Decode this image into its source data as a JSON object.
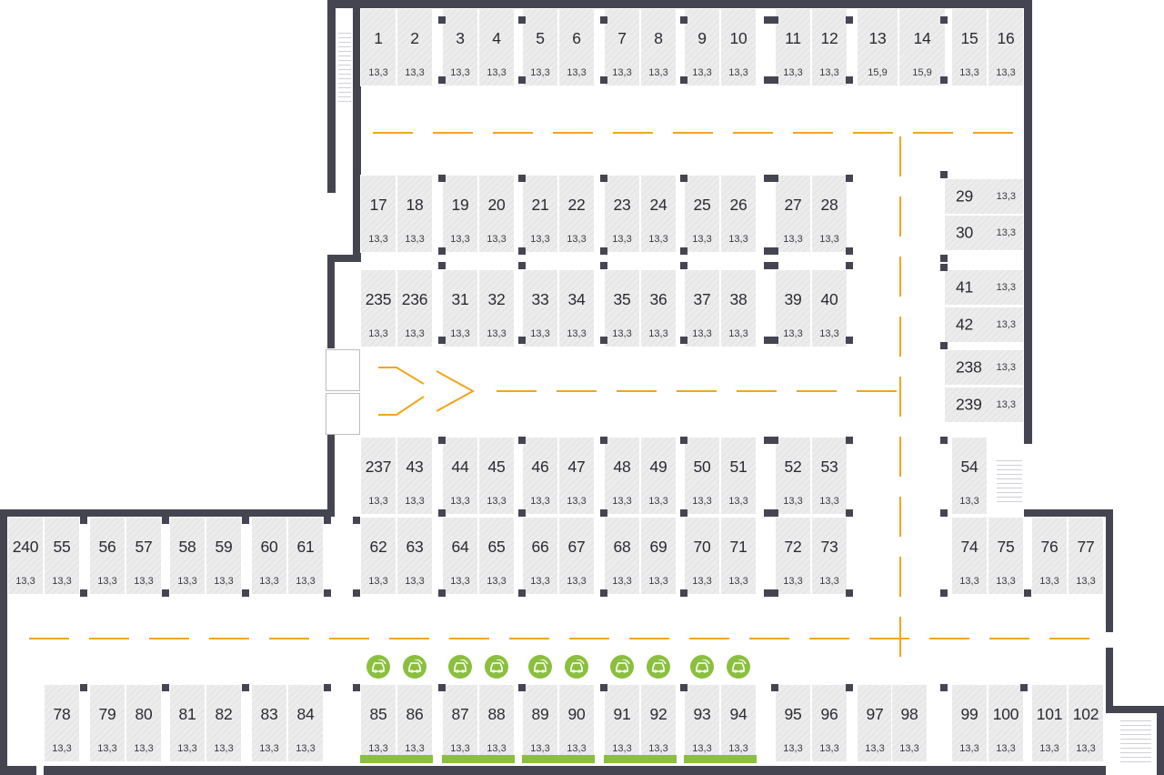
{
  "floor_plan": {
    "spots": [
      {
        "n": "1",
        "a": "13,3"
      },
      {
        "n": "2",
        "a": "13,3"
      },
      {
        "n": "3",
        "a": "13,3"
      },
      {
        "n": "4",
        "a": "13,3"
      },
      {
        "n": "5",
        "a": "13,3"
      },
      {
        "n": "6",
        "a": "13,3"
      },
      {
        "n": "7",
        "a": "13,3"
      },
      {
        "n": "8",
        "a": "13,3"
      },
      {
        "n": "9",
        "a": "13,3"
      },
      {
        "n": "10",
        "a": "13,3"
      },
      {
        "n": "11",
        "a": "13,3"
      },
      {
        "n": "12",
        "a": "13,3"
      },
      {
        "n": "13",
        "a": "15,9"
      },
      {
        "n": "14",
        "a": "15,9"
      },
      {
        "n": "15",
        "a": "13,3"
      },
      {
        "n": "16",
        "a": "13,3"
      },
      {
        "n": "17",
        "a": "13,3"
      },
      {
        "n": "18",
        "a": "13,3"
      },
      {
        "n": "19",
        "a": "13,3"
      },
      {
        "n": "20",
        "a": "13,3"
      },
      {
        "n": "21",
        "a": "13,3"
      },
      {
        "n": "22",
        "a": "13,3"
      },
      {
        "n": "23",
        "a": "13,3"
      },
      {
        "n": "24",
        "a": "13,3"
      },
      {
        "n": "25",
        "a": "13,3"
      },
      {
        "n": "26",
        "a": "13,3"
      },
      {
        "n": "27",
        "a": "13,3"
      },
      {
        "n": "28",
        "a": "13,3"
      },
      {
        "n": "29",
        "a": "13,3"
      },
      {
        "n": "30",
        "a": "13,3"
      },
      {
        "n": "235",
        "a": "13,3"
      },
      {
        "n": "236",
        "a": "13,3"
      },
      {
        "n": "31",
        "a": "13,3"
      },
      {
        "n": "32",
        "a": "13,3"
      },
      {
        "n": "33",
        "a": "13,3"
      },
      {
        "n": "34",
        "a": "13,3"
      },
      {
        "n": "35",
        "a": "13,3"
      },
      {
        "n": "36",
        "a": "13,3"
      },
      {
        "n": "37",
        "a": "13,3"
      },
      {
        "n": "38",
        "a": "13,3"
      },
      {
        "n": "39",
        "a": "13,3"
      },
      {
        "n": "40",
        "a": "13,3"
      },
      {
        "n": "41",
        "a": "13,3"
      },
      {
        "n": "42",
        "a": "13,3"
      },
      {
        "n": "238",
        "a": "13,3"
      },
      {
        "n": "239",
        "a": "13,3"
      },
      {
        "n": "237",
        "a": "13,3"
      },
      {
        "n": "43",
        "a": "13,3"
      },
      {
        "n": "44",
        "a": "13,3"
      },
      {
        "n": "45",
        "a": "13,3"
      },
      {
        "n": "46",
        "a": "13,3"
      },
      {
        "n": "47",
        "a": "13,3"
      },
      {
        "n": "48",
        "a": "13,3"
      },
      {
        "n": "49",
        "a": "13,3"
      },
      {
        "n": "50",
        "a": "13,3"
      },
      {
        "n": "51",
        "a": "13,3"
      },
      {
        "n": "52",
        "a": "13,3"
      },
      {
        "n": "53",
        "a": "13,3"
      },
      {
        "n": "54",
        "a": "13,3"
      },
      {
        "n": "240",
        "a": "13,3"
      },
      {
        "n": "55",
        "a": "13,3"
      },
      {
        "n": "56",
        "a": "13,3"
      },
      {
        "n": "57",
        "a": "13,3"
      },
      {
        "n": "58",
        "a": "13,3"
      },
      {
        "n": "59",
        "a": "13,3"
      },
      {
        "n": "60",
        "a": "13,3"
      },
      {
        "n": "61",
        "a": "13,3"
      },
      {
        "n": "62",
        "a": "13,3"
      },
      {
        "n": "63",
        "a": "13,3"
      },
      {
        "n": "64",
        "a": "13,3"
      },
      {
        "n": "65",
        "a": "13,3"
      },
      {
        "n": "66",
        "a": "13,3"
      },
      {
        "n": "67",
        "a": "13,3"
      },
      {
        "n": "68",
        "a": "13,3"
      },
      {
        "n": "69",
        "a": "13,3"
      },
      {
        "n": "70",
        "a": "13,3"
      },
      {
        "n": "71",
        "a": "13,3"
      },
      {
        "n": "72",
        "a": "13,3"
      },
      {
        "n": "73",
        "a": "13,3"
      },
      {
        "n": "74",
        "a": "13,3"
      },
      {
        "n": "75",
        "a": "13,3"
      },
      {
        "n": "76",
        "a": "13,3"
      },
      {
        "n": "77",
        "a": "13,3"
      },
      {
        "n": "78",
        "a": "13,3"
      },
      {
        "n": "79",
        "a": "13,3"
      },
      {
        "n": "80",
        "a": "13,3"
      },
      {
        "n": "81",
        "a": "13,3"
      },
      {
        "n": "82",
        "a": "13,3"
      },
      {
        "n": "83",
        "a": "13,3"
      },
      {
        "n": "84",
        "a": "13,3"
      },
      {
        "n": "85",
        "a": "13,3"
      },
      {
        "n": "86",
        "a": "13,3"
      },
      {
        "n": "87",
        "a": "13,3"
      },
      {
        "n": "88",
        "a": "13,3"
      },
      {
        "n": "89",
        "a": "13,3"
      },
      {
        "n": "90",
        "a": "13,3"
      },
      {
        "n": "91",
        "a": "13,3"
      },
      {
        "n": "92",
        "a": "13,3"
      },
      {
        "n": "93",
        "a": "13,3"
      },
      {
        "n": "94",
        "a": "13,3"
      },
      {
        "n": "95",
        "a": "13,3"
      },
      {
        "n": "96",
        "a": "13,3"
      },
      {
        "n": "97",
        "a": "13,3"
      },
      {
        "n": "98",
        "a": "13,3"
      },
      {
        "n": "99",
        "a": "13,3"
      },
      {
        "n": "100",
        "a": "13,3"
      },
      {
        "n": "101",
        "a": "13,3"
      },
      {
        "n": "102",
        "a": "13,3"
      }
    ],
    "ev_charger_icon": "ev-charger-icon",
    "colors": {
      "wall": "#454552",
      "spot": "#ececec",
      "lane_marking": "#f2a51c",
      "ev_charging": "#8bbf3f",
      "text": "#2a2a32"
    }
  }
}
